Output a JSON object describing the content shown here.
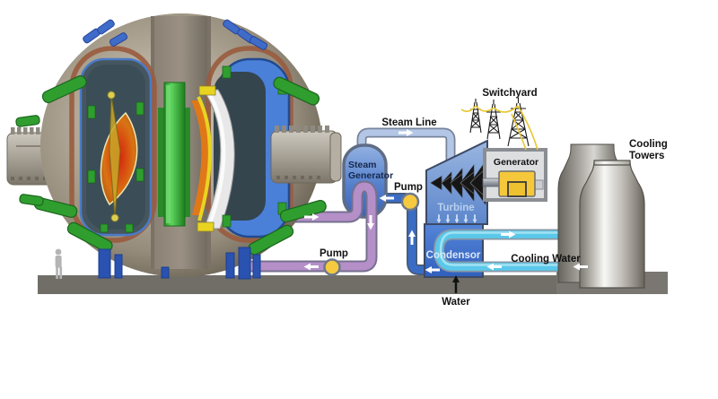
{
  "diagram": {
    "title": "Fusion power plant schematic with tokamak and steam cycle",
    "labels": {
      "steam_line": "Steam Line",
      "steam_generator_line1": "Steam",
      "steam_generator_line2": "Generator",
      "pump_feedwater": "Pump",
      "pump_primary": "Pump",
      "switchyard": "Switchyard",
      "generator": "Generator",
      "turbine": "Turbine",
      "condensor": "Condensor",
      "cooling_water": "Cooling Water",
      "cooling_towers_line1": "Cooling",
      "cooling_towers_line2": "Towers",
      "water": "Water"
    },
    "colors": {
      "primary_loop_pipe": "#b48fc8",
      "feedwater_pipe": "#3a6cc4",
      "steam_pipe": "#b4c6e6",
      "cooling_pipe": "#5ac8ea",
      "pump": "#f6c93f",
      "generator_machine": "#f5c83b",
      "switchyard_wire": "#e8c832",
      "ground": "#716e68",
      "vessel_beige": "#ab9f8e",
      "coil_green": "#2f9e2f",
      "plasma_core": "#d42310"
    },
    "icons": [
      "tokamak-reactor-icon",
      "person-scale-icon",
      "steam-generator-icon",
      "pump-icon",
      "turbine-icon",
      "condenser-icon",
      "generator-icon",
      "transmission-tower-icon",
      "cooling-tower-icon"
    ]
  }
}
